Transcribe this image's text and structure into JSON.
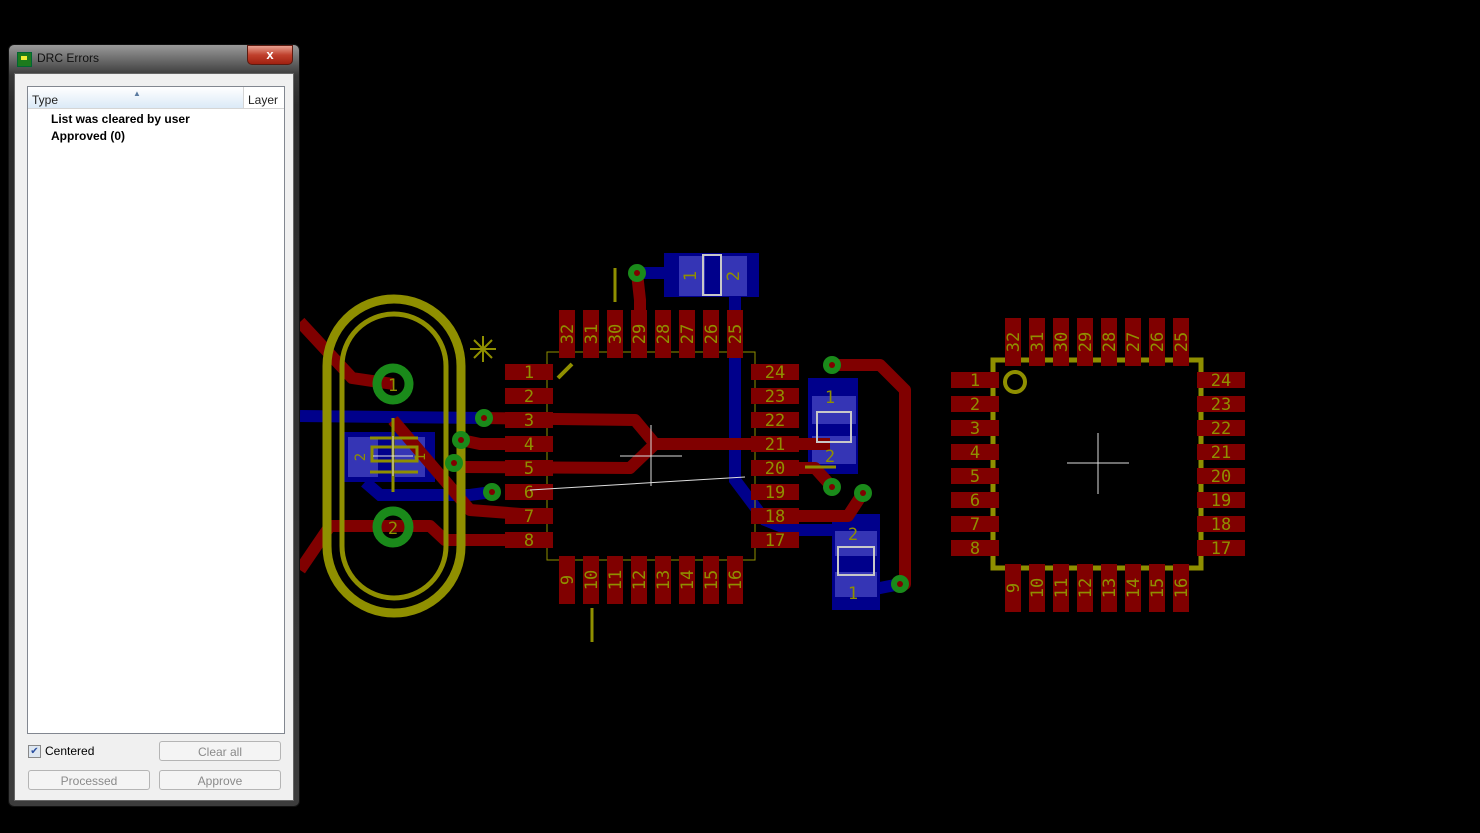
{
  "dialog": {
    "title": "DRC Errors",
    "close_label": "x",
    "columns": {
      "type": "Type",
      "layer": "Layer"
    },
    "rows": [
      "List was cleared by user",
      "Approved (0)"
    ],
    "centered_label": "Centered",
    "centered_checked": true,
    "buttons": {
      "clear_all": "Clear all",
      "processed": "Processed",
      "approve": "Approve"
    }
  },
  "board": {
    "colors": {
      "top_copper": "#800000",
      "bottom_copper": "#00008b",
      "silk": "#8f8f00",
      "via": "#1a8a1a",
      "background": "#000000"
    },
    "chip_left": {
      "left": [
        "1",
        "2",
        "3",
        "4",
        "5",
        "6",
        "7",
        "8"
      ],
      "bottom": [
        "9",
        "10",
        "11",
        "12",
        "13",
        "14",
        "15",
        "16"
      ],
      "right": [
        "17",
        "18",
        "19",
        "20",
        "21",
        "22",
        "23",
        "24"
      ],
      "top": [
        "25",
        "26",
        "27",
        "28",
        "29",
        "30",
        "31",
        "32"
      ]
    },
    "chip_right": {
      "left": [
        "1",
        "2",
        "3",
        "4",
        "5",
        "6",
        "7",
        "8"
      ],
      "bottom": [
        "9",
        "10",
        "11",
        "12",
        "13",
        "14",
        "15",
        "16"
      ],
      "right": [
        "17",
        "18",
        "19",
        "20",
        "21",
        "22",
        "23",
        "24"
      ],
      "top": [
        "25",
        "26",
        "27",
        "28",
        "29",
        "30",
        "31",
        "32"
      ]
    },
    "crystal_pads": [
      "1",
      "2"
    ],
    "cap_top": [
      "1",
      "2"
    ],
    "cap_right": [
      "1",
      "2"
    ],
    "cap_bottom": [
      "2",
      "1"
    ],
    "crystal_smd": [
      "2",
      "1"
    ]
  }
}
